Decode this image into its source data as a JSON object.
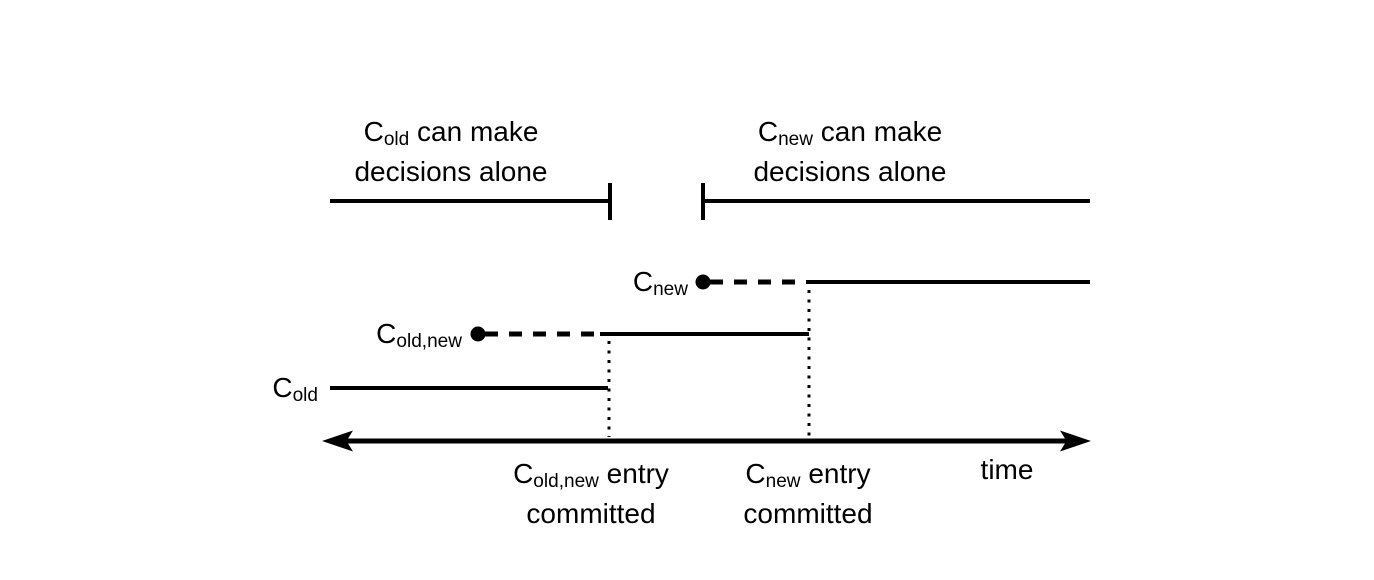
{
  "canvas": {
    "background": "#ffffff",
    "ink": "#000000"
  },
  "regions": {
    "old": {
      "symbol": "C",
      "subscript": "old",
      "after": " can make",
      "line2": "decisions alone"
    },
    "new": {
      "symbol": "C",
      "subscript": "new",
      "after": " can make",
      "line2": "decisions alone"
    }
  },
  "timelines": {
    "cold": {
      "symbol": "C",
      "subscript": "old"
    },
    "coldnew": {
      "symbol": "C",
      "subscript": "old,new"
    },
    "cnew": {
      "symbol": "C",
      "subscript": "new"
    }
  },
  "events": {
    "coldnew_committed": {
      "symbol": "C",
      "subscript": "old,new",
      "after": " entry",
      "line2": "committed"
    },
    "cnew_committed": {
      "symbol": "C",
      "subscript": "new",
      "after": " entry",
      "line2": "committed"
    }
  },
  "axis": {
    "label": "time"
  }
}
